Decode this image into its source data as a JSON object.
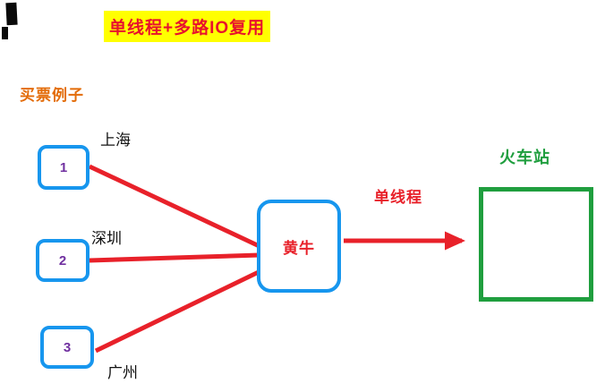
{
  "title": {
    "text": "单线程+多路IO复用",
    "text_color": "#e8112d",
    "highlight_color": "#ffff00"
  },
  "subtitle": {
    "text": "买票例子",
    "color": "#e36c09"
  },
  "nodes": {
    "clients": [
      {
        "id": "1",
        "city": "上海"
      },
      {
        "id": "2",
        "city": "深圳"
      },
      {
        "id": "3",
        "city": "广州"
      }
    ],
    "hub": {
      "label": "黄牛",
      "label_color": "#e8212a",
      "border_color": "#1796ee"
    },
    "station": {
      "label": "火车站",
      "color": "#1f9e3e"
    }
  },
  "arrow": {
    "label": "单线程",
    "color": "#e8212a"
  },
  "colors": {
    "edge_red": "#e8212a",
    "box_blue": "#1796ee",
    "number_purple": "#7030a0",
    "station_green": "#1f9e3e"
  }
}
